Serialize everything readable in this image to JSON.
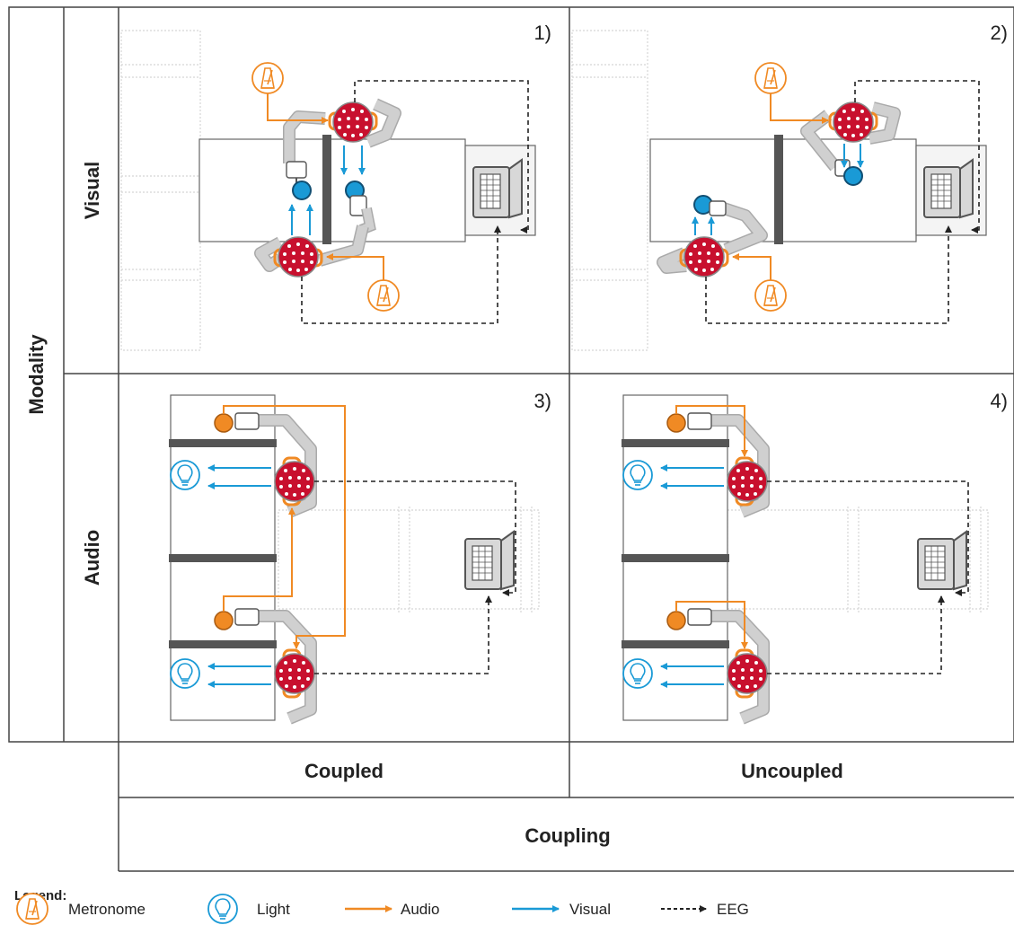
{
  "axes": {
    "row_axis_label": "Modality",
    "row_labels": [
      "Visual",
      "Audio"
    ],
    "column_labels": [
      "Coupled",
      "Uncoupled"
    ],
    "column_axis_label": "Coupling"
  },
  "panels": [
    {
      "number": "1)",
      "modality": "Visual",
      "coupling": "Coupled"
    },
    {
      "number": "2)",
      "modality": "Visual",
      "coupling": "Uncoupled"
    },
    {
      "number": "3)",
      "modality": "Audio",
      "coupling": "Coupled"
    },
    {
      "number": "4)",
      "modality": "Audio",
      "coupling": "Uncoupled"
    }
  ],
  "legend": {
    "title": "Legend:",
    "items": [
      {
        "label": "Metronome",
        "icon": "metronome-icon"
      },
      {
        "label": "Light",
        "icon": "light-bulb-icon"
      },
      {
        "label": "Audio",
        "icon": "orange-arrow-icon"
      },
      {
        "label": "Visual",
        "icon": "blue-arrow-icon"
      },
      {
        "label": "EEG",
        "icon": "dashed-arrow-icon"
      }
    ]
  },
  "colors": {
    "audio": "#f08a24",
    "visual": "#1a9ad6",
    "eeg": "#333333",
    "cap_red": "#c8102e",
    "arm_gray": "#c8c8c8",
    "panel_border": "#444444"
  }
}
